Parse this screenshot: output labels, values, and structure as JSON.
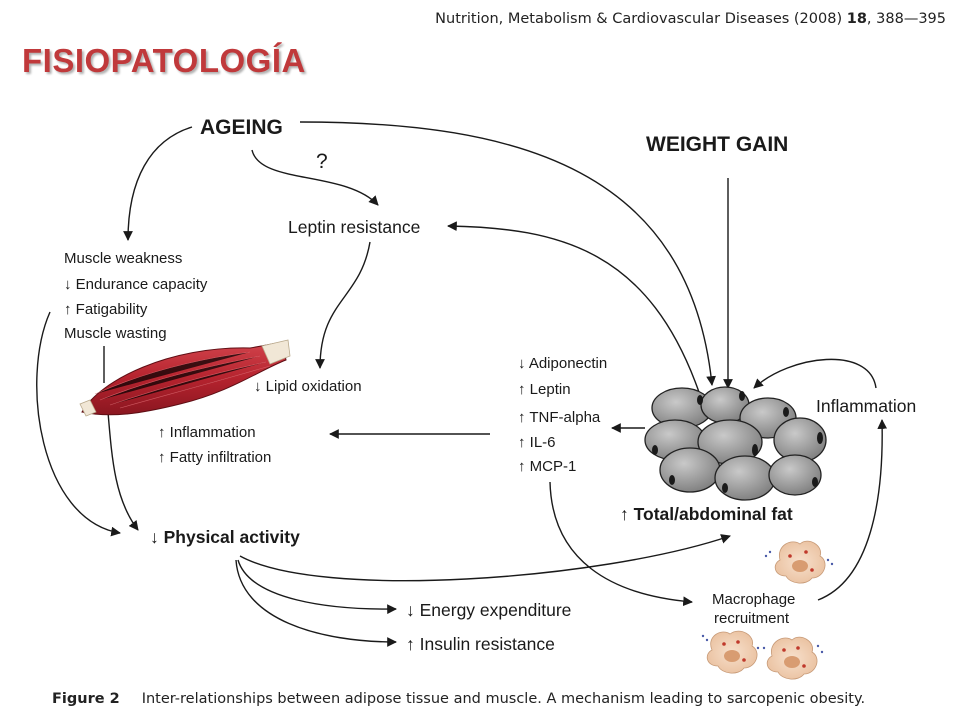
{
  "citation": {
    "journal": "Nutrition, Metabolism & Cardiovascular Diseases (2008) ",
    "volume": "18",
    "pages": ", 388—395"
  },
  "slide_title": "FISIOPATOLOGÍA",
  "nodes": {
    "ageing": "AGEING",
    "weight_gain": "WEIGHT GAIN",
    "question_mark": "?",
    "leptin_resistance": "Leptin resistance",
    "muscle_weakness": "Muscle weakness",
    "endurance_capacity": "↓ Endurance capacity",
    "fatigability": "↑ Fatigability",
    "muscle_wasting": "Muscle wasting",
    "lipid_oxidation": "↓ Lipid oxidation",
    "muscle_inflammation": "↑ Inflammation",
    "fatty_infiltration": "↑ Fatty infiltration",
    "adiponectin": "↓ Adiponectin",
    "leptin": "↑ Leptin",
    "tnf_alpha": "↑ TNF-alpha",
    "il6": "↑ IL-6",
    "mcp1": "↑ MCP-1",
    "inflammation": "Inflammation",
    "total_abdominal_fat": "↑ Total/abdominal fat",
    "physical_activity": "↓ Physical activity",
    "energy_expenditure": "↓ Energy expenditure",
    "insulin_resistance": "↑ Insulin resistance",
    "macrophage_line1": "Macrophage",
    "macrophage_line2": "recruitment"
  },
  "caption": {
    "figure": "Figure 2",
    "text": "Inter-relationships between adipose tissue and muscle. A mechanism leading to sarcopenic obesity."
  },
  "colors": {
    "title": "#c0393b",
    "muscle": "#b5232e",
    "fat_cell": "#9a9a9a",
    "macrophage": "#f3d3b8",
    "arrow": "#1a1a1a"
  }
}
